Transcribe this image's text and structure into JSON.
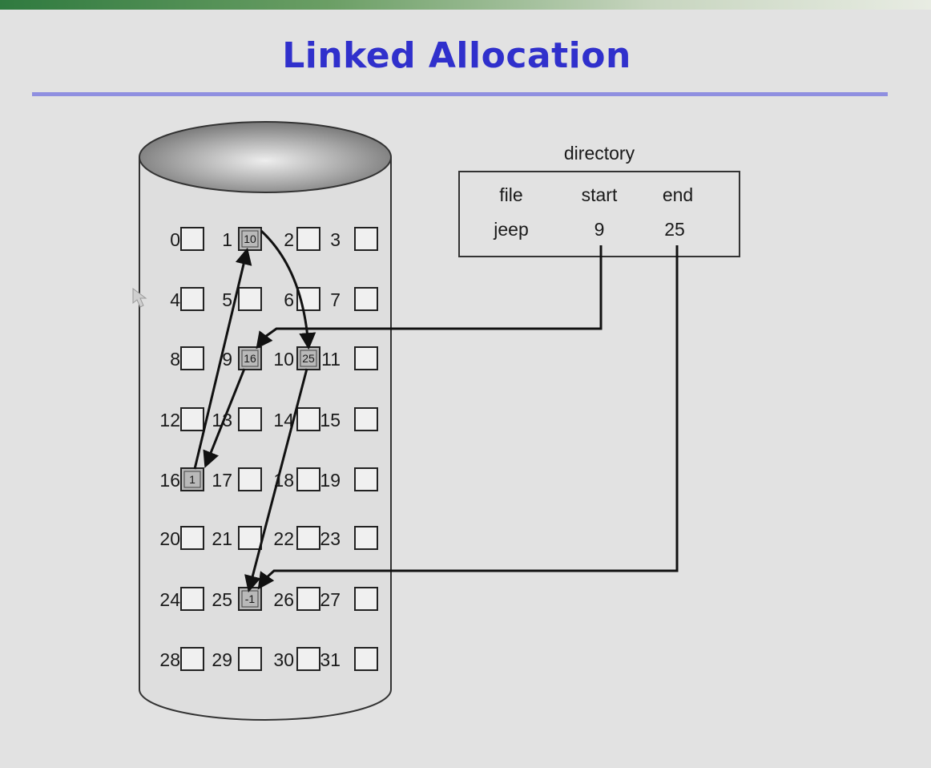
{
  "title": "Linked Allocation",
  "directory": {
    "label": "directory",
    "headers": {
      "file": "file",
      "start": "start",
      "end": "end"
    },
    "row": {
      "file": "jeep",
      "start": "9",
      "end": "25"
    }
  },
  "blocks": [
    "0",
    "1",
    "2",
    "3",
    "4",
    "5",
    "6",
    "7",
    "8",
    "9",
    "10",
    "11",
    "12",
    "13",
    "14",
    "15",
    "16",
    "17",
    "18",
    "19",
    "20",
    "21",
    "22",
    "23",
    "24",
    "25",
    "26",
    "27",
    "28",
    "29",
    "30",
    "31"
  ],
  "pointers": {
    "1": "10",
    "9": "16",
    "10": "25",
    "16": "1",
    "25": "-1"
  },
  "chain": [
    "9",
    "16",
    "1",
    "10",
    "25"
  ]
}
